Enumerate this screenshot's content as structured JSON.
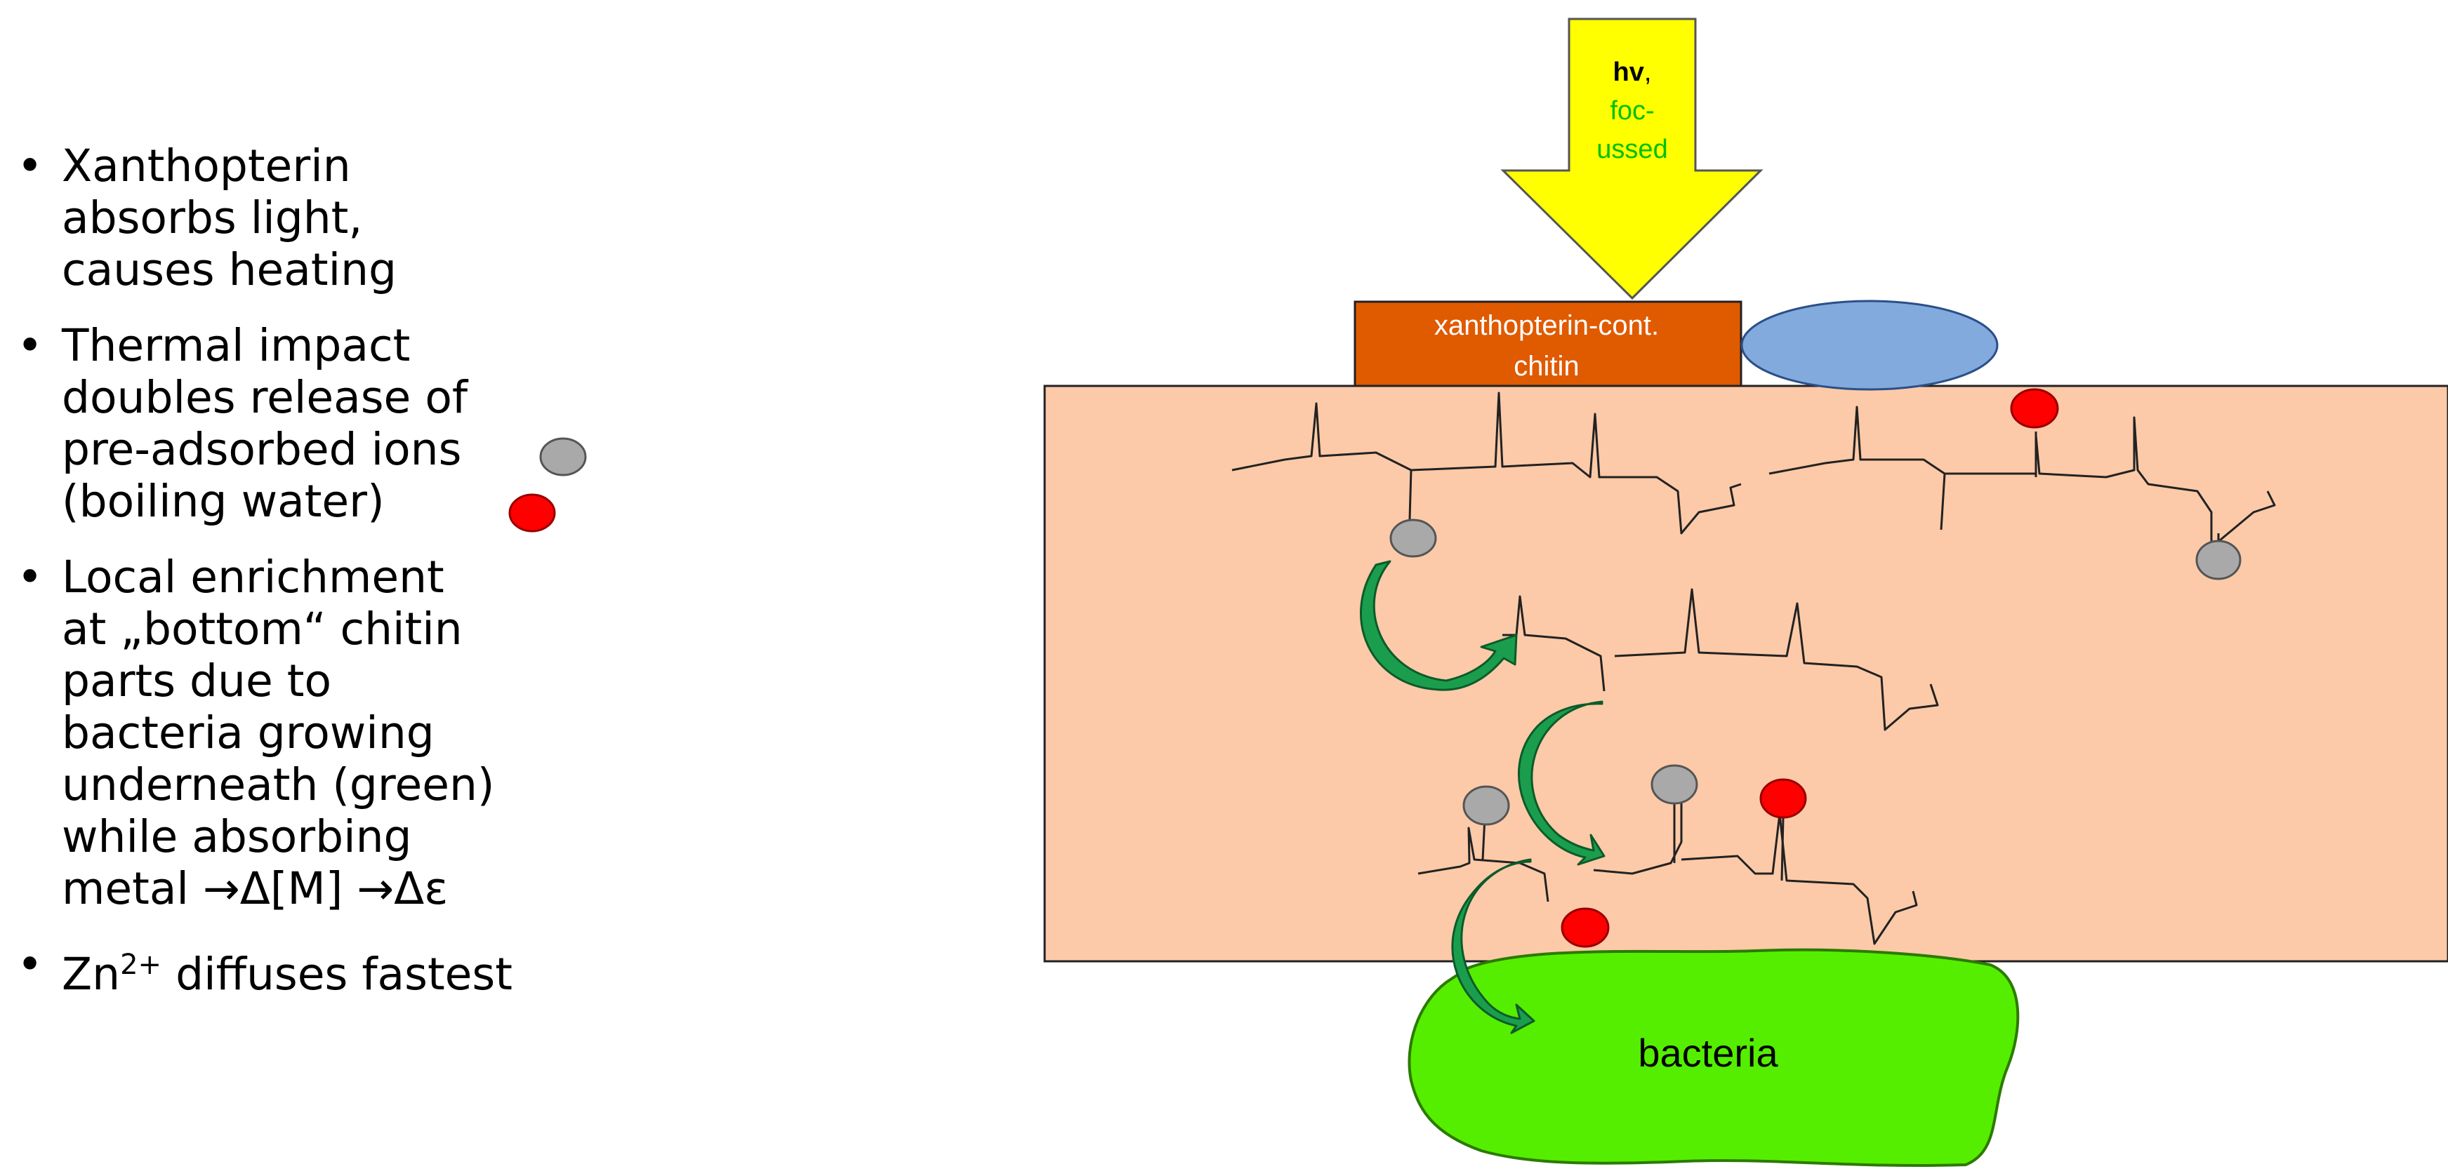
{
  "bullets": [
    {
      "lines": [
        "Xanthopterin",
        "absorbs light,",
        "causes heating"
      ]
    },
    {
      "lines": [
        "Thermal impact",
        "doubles release of",
        "pre-adsorbed ions",
        "(boiling water)"
      ]
    },
    {
      "lines": [
        "Local enrichment",
        "at „bottom“ chitin",
        "parts due to",
        "bacteria growing",
        "underneath (green)",
        "while absorbing",
        "metal →Δ[M] →Δε"
      ]
    },
    {
      "lines": [
        "Zn",
        " diffuses fastest"
      ],
      "superscript": "2+"
    }
  ],
  "arrow_label": {
    "bold": "hv",
    "comma": ",",
    "line2": "foc-",
    "line3": "ussed"
  },
  "chitin_label": {
    "line1": "xanthopterin-cont.",
    "line2": "chitin"
  },
  "bacteria_label": "bacteria",
  "colors": {
    "light_arrow": "#ffff00",
    "light_arrow_text_green": "#00c000",
    "chitin_block": "#e05a00",
    "oval": "#82aadc",
    "substrate": "#fccaa8",
    "bacteria": "#55ee00",
    "ion_gray": "#a9a9a9",
    "ion_red": "#ff0000",
    "diffusion_arrow": "#1a9e4e"
  }
}
